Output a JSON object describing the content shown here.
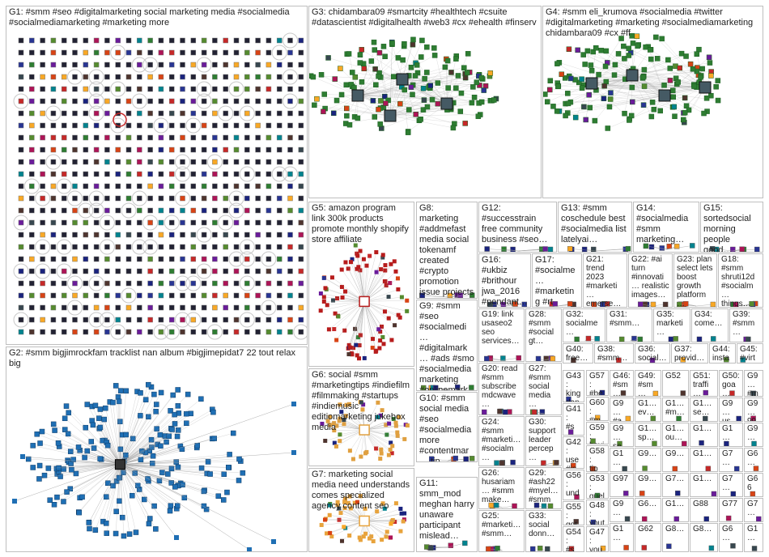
{
  "title": "",
  "groups": [
    {
      "id": "G1",
      "label": "G1: #smm #seo #digitalmarketing social marketing media #socialmedia #socialmediamarketing #marketing more",
      "style": "grid"
    },
    {
      "id": "G2",
      "label": "G2: #smm bigjimrockfam tracklist nan album #bigjimepidat7 22 tout relax big",
      "style": "ring"
    },
    {
      "id": "G3",
      "label": "G3: chidambara09 #smartcity #healthtech #csuite #datascientist #digitalhealth #web3 #cx #ehealth #finserv",
      "style": "cluster"
    },
    {
      "id": "G4",
      "label": "G4: #smm eli_krumova #socialmedia #twitter #digitalmarketing #marketing #socialmediamarketing chidambara09 #cx #ff",
      "style": "cluster"
    },
    {
      "id": "G5",
      "label": "G5: amazon program link 300k products promote monthly shopify store affiliate",
      "style": "star"
    },
    {
      "id": "G6",
      "label": "G6: social #smm #marketingtips #indiefilm #filmmaking #startups #indiemusic editiomarketing jukebox media",
      "style": "star"
    },
    {
      "id": "G7",
      "label": "G7: marketing social media need understands comes specialized agency content seo",
      "style": "star"
    },
    {
      "id": "G8",
      "label": "G8: marketing #addmefast media social tokenamf created #crypto promotion issue projects",
      "style": "small"
    },
    {
      "id": "G9",
      "label": "G9: #smm #seo #socialmedi… #digitalmark… #ads #smo #socialmedia marketing #onlinemark…",
      "style": "small"
    },
    {
      "id": "G10",
      "label": "G10: #smm social media #seo #socialmedia more #contentmar… tip content…",
      "style": "small"
    },
    {
      "id": "G11",
      "label": "G11: smm_mod meghan harry unaware participant mislead…",
      "style": "small"
    },
    {
      "id": "G12",
      "label": "G12: #successtrain free community business #seo…",
      "style": "small"
    },
    {
      "id": "G13",
      "label": "G13: #smm coschedule best #socialmedia list latelyai…",
      "style": "small"
    },
    {
      "id": "G14",
      "label": "G14: #socialmedia #smm marketing…",
      "style": "small"
    },
    {
      "id": "G15",
      "label": "G15: sortedsocial morning people good…",
      "style": "small"
    },
    {
      "id": "G16",
      "label": "G16: #ukbiz #brithour jwa_2016 #pendant… #cubic…",
      "style": "small"
    },
    {
      "id": "G17",
      "label": "G17: #socialme… #marketing #rt #smm top 20…",
      "style": "small"
    },
    {
      "id": "G18",
      "label": "G18: #smm shruti12d #socialm… things…",
      "style": "small"
    },
    {
      "id": "G19",
      "label": "G19: link usaseo2 seo services…",
      "style": "small"
    },
    {
      "id": "G20",
      "label": "G20: read #smm subscribe mdcwave…",
      "style": "small"
    },
    {
      "id": "G21",
      "label": "G21: trend 2023 #marketi… emerse…",
      "style": "small"
    },
    {
      "id": "G22",
      "label": "G22: #ai turn #innovati… realistic images…",
      "style": "small"
    },
    {
      "id": "G23",
      "label": "G23: plan select lets boost growth platform…",
      "style": "small"
    },
    {
      "id": "G24",
      "label": "G24: #smm #marketi… #socialm…",
      "style": "small"
    },
    {
      "id": "G25",
      "label": "G25: #marketi… #smm…",
      "style": "small"
    },
    {
      "id": "G26",
      "label": "G26: husariam… #smm make…",
      "style": "small"
    },
    {
      "id": "G27",
      "label": "G27: #smm social media…",
      "style": "small"
    },
    {
      "id": "G28",
      "label": "G28: #smm #social gt…",
      "style": "small"
    },
    {
      "id": "G29",
      "label": "G29: #ash22 #myel… #smm…",
      "style": "small"
    },
    {
      "id": "G30",
      "label": "G30: support leader percep…",
      "style": "small"
    },
    {
      "id": "G31",
      "label": "G31: #smm…",
      "style": "small"
    },
    {
      "id": "G32",
      "label": "G32: socialme…",
      "style": "small"
    },
    {
      "id": "G33",
      "label": "G33: social donn…",
      "style": "small"
    },
    {
      "id": "G34",
      "label": "G34: come…",
      "style": "small"
    },
    {
      "id": "G35",
      "label": "G35: marketi…",
      "style": "small"
    },
    {
      "id": "G36",
      "label": "G36: social…",
      "style": "small"
    },
    {
      "id": "G37",
      "label": "G37: provid…",
      "style": "small"
    },
    {
      "id": "G38",
      "label": "G38: #smm…",
      "style": "small"
    },
    {
      "id": "G39",
      "label": "G39: #smm…",
      "style": "small"
    },
    {
      "id": "G40",
      "label": "G40: free…",
      "style": "small"
    },
    {
      "id": "G41",
      "label": "G41: #s… #so…",
      "style": "small"
    },
    {
      "id": "G42",
      "label": "G42: use #in…",
      "style": "small"
    },
    {
      "id": "G43",
      "label": "G43: king dan…",
      "style": "small"
    },
    {
      "id": "G44",
      "label": "G44: insta…",
      "style": "small"
    },
    {
      "id": "G45",
      "label": "G45: #virt…",
      "style": "small"
    },
    {
      "id": "G46",
      "label": "G46: #sm…",
      "style": "small"
    },
    {
      "id": "G47",
      "label": "G47: you…",
      "style": "small"
    },
    {
      "id": "G48",
      "label": "G48: yout…",
      "style": "small"
    },
    {
      "id": "G49",
      "label": "G49: #sm…",
      "style": "small"
    },
    {
      "id": "G50",
      "label": "G50: goa…",
      "style": "small"
    },
    {
      "id": "G51",
      "label": "G51: traffi…",
      "style": "small"
    },
    {
      "id": "G52",
      "label": "G52",
      "style": "small"
    },
    {
      "id": "G53",
      "label": "G53: quel…",
      "style": "small"
    },
    {
      "id": "G54",
      "label": "G54: #s…",
      "style": "small"
    },
    {
      "id": "G55",
      "label": "G55: got…",
      "style": "small"
    },
    {
      "id": "G56",
      "label": "G56: und…",
      "style": "small"
    },
    {
      "id": "G57",
      "label": "G57: #be…",
      "style": "small"
    },
    {
      "id": "G58",
      "label": "G58: tip…",
      "style": "small"
    },
    {
      "id": "G59",
      "label": "G59: havi…",
      "style": "small"
    },
    {
      "id": "G60",
      "label": "G60: #m…",
      "style": "small"
    },
    {
      "id": "G62",
      "label": "G62",
      "style": "small"
    },
    {
      "id": "G66",
      "label": "G66",
      "style": "small"
    },
    {
      "id": "G77",
      "label": "G77",
      "style": "small"
    },
    {
      "id": "G88",
      "label": "G88",
      "style": "small"
    },
    {
      "id": "G97",
      "label": "G97",
      "style": "small"
    },
    {
      "id": "s1",
      "label": "G9… #m…",
      "style": "small"
    },
    {
      "id": "s2",
      "label": "G9… #a…",
      "style": "small"
    },
    {
      "id": "s3",
      "label": "G1… ev…",
      "style": "small"
    },
    {
      "id": "s4",
      "label": "G1… #m…",
      "style": "small"
    },
    {
      "id": "s5",
      "label": "G1… se…",
      "style": "small"
    },
    {
      "id": "s6",
      "label": "G9… us…",
      "style": "small"
    },
    {
      "id": "s7",
      "label": "G9… 99…",
      "style": "small"
    },
    {
      "id": "s8",
      "label": "G9… se…",
      "style": "small"
    },
    {
      "id": "s9",
      "label": "G1… sp…",
      "style": "small"
    },
    {
      "id": "s10",
      "label": "G1… ou…",
      "style": "small"
    },
    {
      "id": "s11",
      "label": "G1…",
      "style": "small"
    },
    {
      "id": "s12",
      "label": "G1…",
      "style": "small"
    },
    {
      "id": "s13",
      "label": "G9…",
      "style": "small"
    },
    {
      "id": "s14",
      "label": "G1…",
      "style": "small"
    },
    {
      "id": "s15",
      "label": "G9…",
      "style": "small"
    },
    {
      "id": "s16",
      "label": "G9…",
      "style": "small"
    },
    {
      "id": "s17",
      "label": "G1…",
      "style": "small"
    },
    {
      "id": "s18",
      "label": "G7…",
      "style": "small"
    },
    {
      "id": "s19",
      "label": "G6…",
      "style": "small"
    },
    {
      "id": "s20",
      "label": "G9…",
      "style": "small"
    },
    {
      "id": "s21",
      "label": "G7…",
      "style": "small"
    },
    {
      "id": "s22",
      "label": "G1…",
      "style": "small"
    },
    {
      "id": "s23",
      "label": "G7…",
      "style": "small"
    },
    {
      "id": "s24",
      "label": "G9…",
      "style": "small"
    },
    {
      "id": "s25",
      "label": "G6…",
      "style": "small"
    },
    {
      "id": "s26",
      "label": "G1…",
      "style": "small"
    },
    {
      "id": "s27",
      "label": "G7…",
      "style": "small"
    },
    {
      "id": "s28",
      "label": "G1…",
      "style": "small"
    },
    {
      "id": "s29",
      "label": "G8…",
      "style": "small"
    },
    {
      "id": "s30",
      "label": "G8…",
      "style": "small"
    },
    {
      "id": "s31",
      "label": "G6…",
      "style": "small"
    },
    {
      "id": "s32",
      "label": "G1…",
      "style": "small"
    },
    {
      "id": "s33",
      "label": "G7…",
      "style": "small"
    },
    {
      "id": "s34",
      "label": "G1…",
      "style": "small"
    },
    {
      "id": "s35",
      "label": "G6…",
      "style": "small"
    },
    {
      "id": "s36",
      "label": "G8…",
      "style": "small"
    },
    {
      "id": "s37",
      "label": "G6…",
      "style": "small"
    },
    {
      "id": "s38",
      "label": "G8…",
      "style": "small"
    },
    {
      "id": "s39",
      "label": "G7…",
      "style": "small"
    },
    {
      "id": "s40",
      "label": "G1…",
      "style": "small"
    },
    {
      "id": "s41",
      "label": "G6…",
      "style": "small"
    },
    {
      "id": "s42",
      "label": "G1…",
      "style": "small"
    },
    {
      "id": "s43",
      "label": "G8…",
      "style": "small"
    },
    {
      "id": "s44",
      "label": "G6…",
      "style": "small"
    },
    {
      "id": "s45",
      "label": "G7…",
      "style": "small"
    },
    {
      "id": "s46",
      "label": "G1…",
      "style": "small"
    },
    {
      "id": "s47",
      "label": "G8…",
      "style": "small"
    },
    {
      "id": "s48",
      "label": "G6…",
      "style": "small"
    },
    {
      "id": "s49",
      "label": "G7…",
      "style": "small"
    },
    {
      "id": "s50",
      "label": "G1…",
      "style": "small"
    },
    {
      "id": "s51",
      "label": "G7…",
      "style": "small"
    },
    {
      "id": "s52",
      "label": "G6…",
      "style": "small"
    },
    {
      "id": "s53",
      "label": "G6…",
      "style": "small"
    },
    {
      "id": "s54",
      "label": "G8…",
      "style": "small"
    },
    {
      "id": "s55",
      "label": "G7…",
      "style": "small"
    },
    {
      "id": "s56",
      "label": "G7…",
      "style": "small"
    },
    {
      "id": "s57",
      "label": "G1…",
      "style": "small"
    },
    {
      "id": "s58",
      "label": "G7…",
      "style": "small"
    },
    {
      "id": "s59",
      "label": "G1…",
      "style": "small"
    },
    {
      "id": "s60",
      "label": "G6…",
      "style": "small"
    },
    {
      "id": "s61",
      "label": "G1…",
      "style": "small"
    },
    {
      "id": "s62",
      "label": "G8…",
      "style": "small"
    },
    {
      "id": "s63",
      "label": "G7…",
      "style": "small"
    },
    {
      "id": "s64",
      "label": "G1…",
      "style": "small"
    },
    {
      "id": "s65",
      "label": "G7…",
      "style": "small"
    },
    {
      "id": "s66",
      "label": "G1…",
      "style": "small"
    },
    {
      "id": "s67",
      "label": "G8…",
      "style": "small"
    },
    {
      "id": "s68",
      "label": "G6…",
      "style": "small"
    }
  ],
  "colors": {
    "border": "#bfbfbf",
    "label_text": "#1e1e1e",
    "edge": "#9a9a9a",
    "g2_node": "#1f6fb4",
    "g3_node": "#2e7d32",
    "g4_node": "#2e7d32",
    "g5_node": "#b71c1c",
    "g6_node": "#e0a040",
    "g7_node": "#e8a33c",
    "node_dark": "#222233"
  }
}
